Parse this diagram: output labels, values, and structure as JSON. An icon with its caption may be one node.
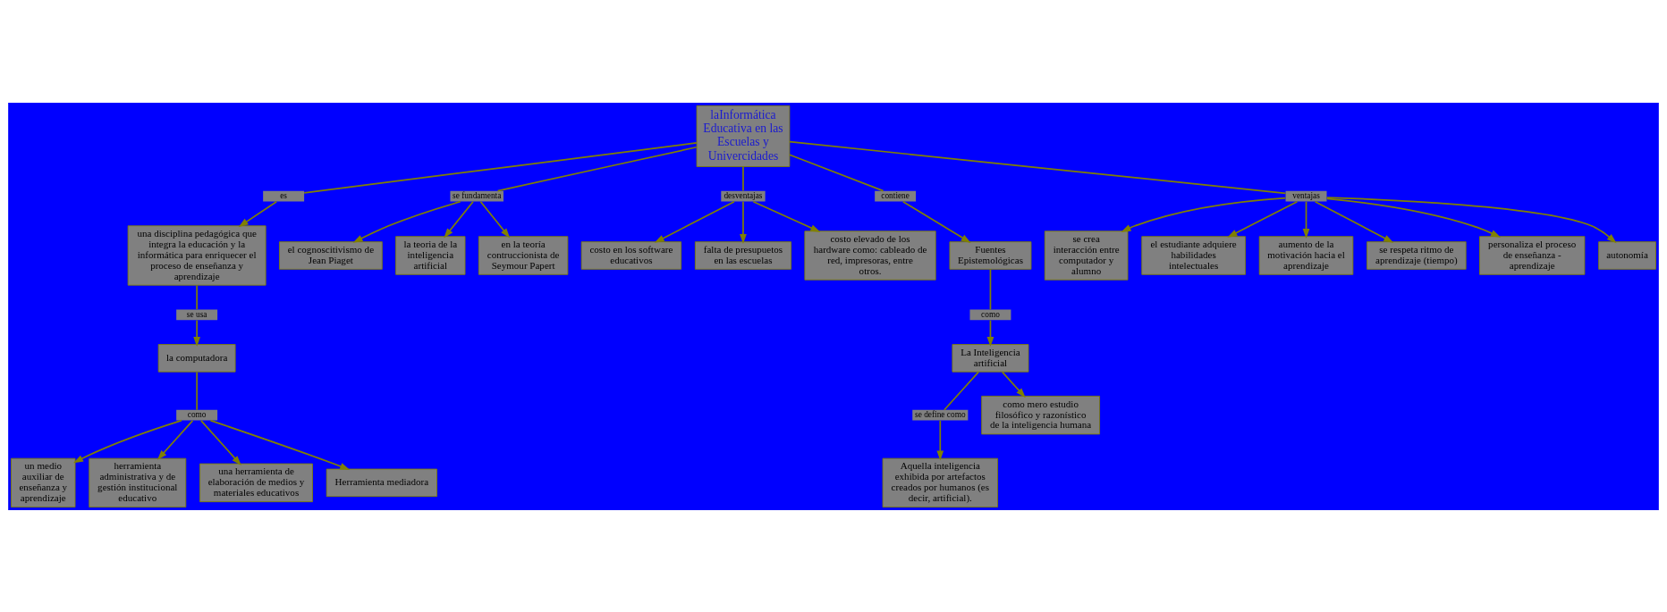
{
  "diagram": {
    "nodes": [
      {
        "text": [
          "laInformática Educativa en las Escuelas y Univercidades"
        ]
      },
      {
        "text": [
          "es"
        ]
      },
      {
        "text": [
          "una disciplina pedagógica que integra la educación y la informática para enriquecer el proceso de enseñanza y aprendizaje"
        ]
      },
      {
        "text": [
          "se usa"
        ]
      },
      {
        "text": [
          "la computadora"
        ]
      },
      {
        "text": [
          "como"
        ]
      },
      {
        "text": [
          "un medio auxiliar de enseñanza y aprendizaje"
        ]
      },
      {
        "text": [
          "herramienta administrativa y de gestión institucional educativo"
        ]
      },
      {
        "text": [
          "una herramienta de elaboración de medios y materiales educativos"
        ]
      },
      {
        "text": [
          "Herramienta mediadora"
        ]
      },
      {
        "text": [
          "se fundamenta"
        ]
      },
      {
        "text": [
          "el cognoscitivismo de Jean Piaget"
        ]
      },
      {
        "text": [
          "la teoria de la inteligencia artificial"
        ]
      },
      {
        "text": [
          "en la teoría contruccionista de Seymour Papert"
        ]
      },
      {
        "text": [
          "desventajas"
        ]
      },
      {
        "text": [
          "costo en los software educativos"
        ]
      },
      {
        "text": [
          "falta de presupuetos en las escuelas"
        ]
      },
      {
        "text": [
          "costo elevado de los hardware como: cableado de red, impresoras, entre otros."
        ]
      },
      {
        "text": [
          "contiene"
        ]
      },
      {
        "text": [
          "Fuentes Epistemológicas"
        ]
      },
      {
        "text": [
          "como"
        ]
      },
      {
        "text": [
          "La Inteligencia artificial"
        ]
      },
      {
        "text": [
          "se define como"
        ]
      },
      {
        "text": [
          "como mero estudio filosófico y razonístico de la inteligencia humana"
        ]
      },
      {
        "text": [
          "Aquella inteligencia exhibida por artefactos creados por humanos (es decir, artificial)."
        ]
      },
      {
        "text": [
          "ventajas"
        ]
      },
      {
        "text": [
          "se crea interacción entre computador y alumno"
        ]
      },
      {
        "text": [
          "el estudiante adquiere habilidades intelectuales"
        ]
      },
      {
        "text": [
          "aumento de la motivación hacia el aprendizaje"
        ]
      },
      {
        "text": [
          "se respeta ritmo de aprendizaje (tiempo)"
        ]
      },
      {
        "text": [
          "personaliza el proceso de enseñanza - aprendizaje"
        ]
      },
      {
        "text": [
          "autonomía"
        ]
      }
    ],
    "edges": [
      {
        "from": 0,
        "to": 1,
        "arrow": "none"
      },
      {
        "from": 1,
        "to": 2,
        "arrow": "to"
      },
      {
        "from": 2,
        "to": 3,
        "arrow": "none"
      },
      {
        "from": 3,
        "to": 4,
        "arrow": "to"
      },
      {
        "from": 4,
        "to": 5,
        "arrow": "none"
      },
      {
        "from": 5,
        "to": 6,
        "arrow": "to"
      },
      {
        "from": 5,
        "to": 7,
        "arrow": "to"
      },
      {
        "from": 5,
        "to": 8,
        "arrow": "to"
      },
      {
        "from": 5,
        "to": 9,
        "arrow": "to"
      },
      {
        "from": 0,
        "to": 10,
        "arrow": "none"
      },
      {
        "from": 10,
        "to": 11,
        "arrow": "to"
      },
      {
        "from": 10,
        "to": 12,
        "arrow": "to"
      },
      {
        "from": 10,
        "to": 13,
        "arrow": "to"
      },
      {
        "from": 0,
        "to": 14,
        "arrow": "none"
      },
      {
        "from": 14,
        "to": 15,
        "arrow": "to"
      },
      {
        "from": 14,
        "to": 16,
        "arrow": "to"
      },
      {
        "from": 14,
        "to": 17,
        "arrow": "to"
      },
      {
        "from": 0,
        "to": 18,
        "arrow": "none"
      },
      {
        "from": 18,
        "to": 19,
        "arrow": "to"
      },
      {
        "from": 19,
        "to": 20,
        "arrow": "none"
      },
      {
        "from": 20,
        "to": 21,
        "arrow": "to"
      },
      {
        "from": 21,
        "to": 22,
        "arrow": "none"
      },
      {
        "from": 21,
        "to": 23,
        "arrow": "to"
      },
      {
        "from": 22,
        "to": 24,
        "arrow": "to"
      },
      {
        "from": 0,
        "to": 25,
        "arrow": "none"
      },
      {
        "from": 25,
        "to": 26,
        "arrow": "to"
      },
      {
        "from": 25,
        "to": 27,
        "arrow": "to"
      },
      {
        "from": 25,
        "to": 28,
        "arrow": "to"
      },
      {
        "from": 25,
        "to": 29,
        "arrow": "to"
      },
      {
        "from": 25,
        "to": 30,
        "arrow": "to"
      },
      {
        "from": 25,
        "to": 31,
        "arrow": "to"
      }
    ]
  }
}
